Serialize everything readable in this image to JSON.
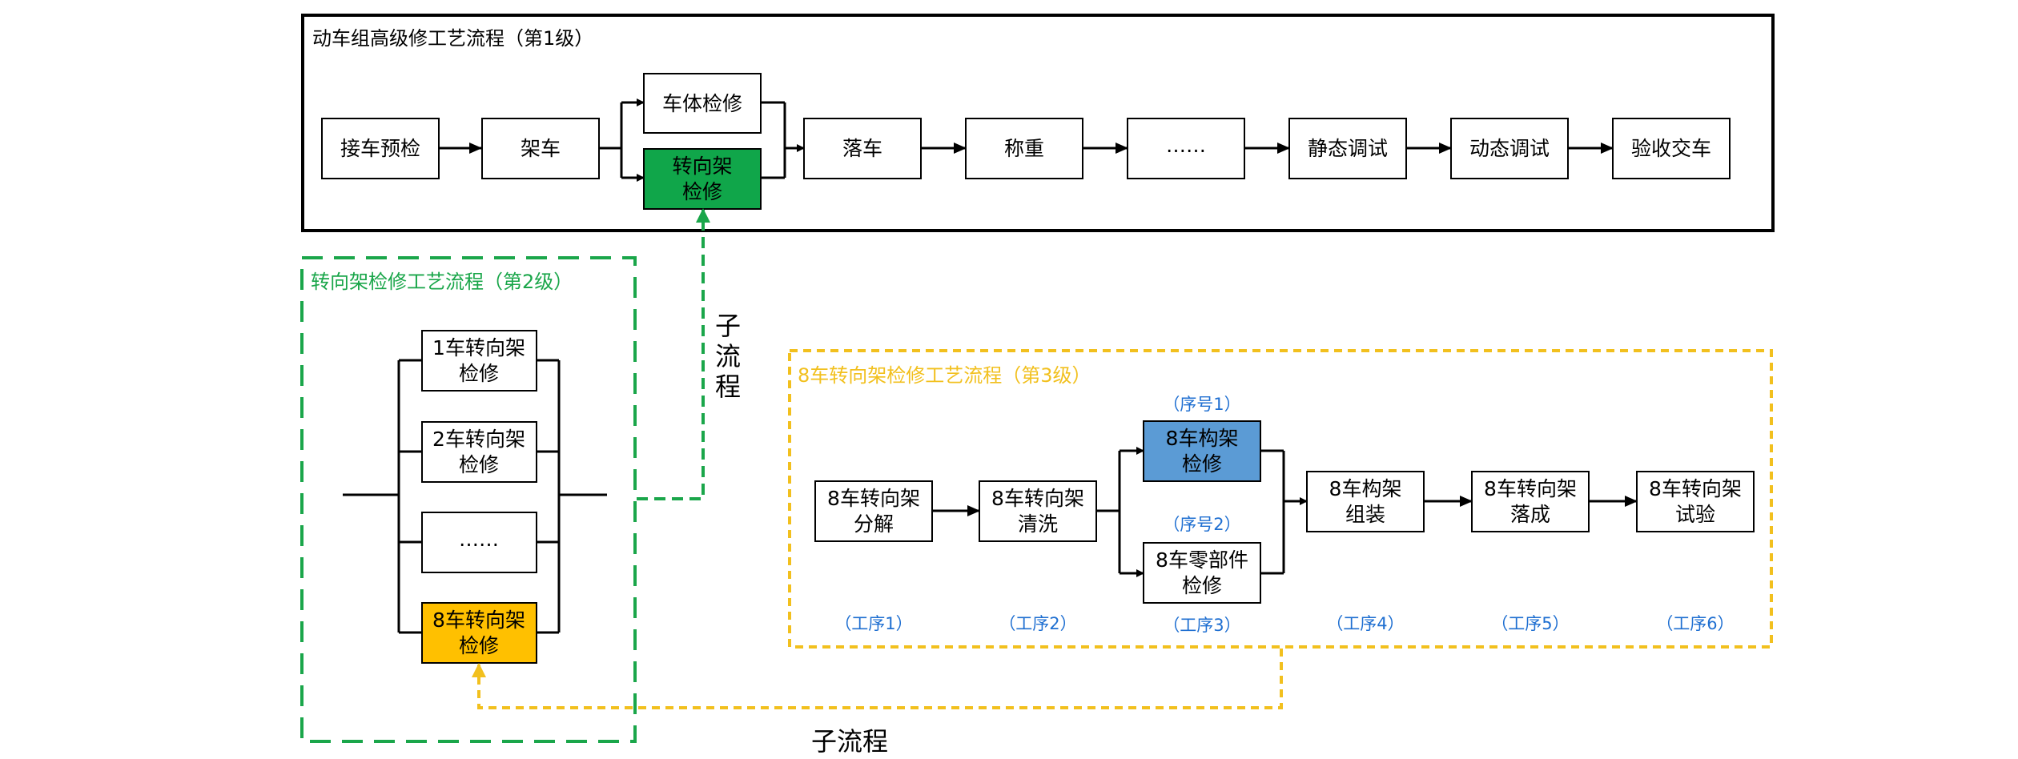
{
  "colors": {
    "green": "#1aa64a",
    "yellow": "#f2c01e",
    "node_green": "#10a64a",
    "node_blue": "#5b9bd5",
    "node_yellow": "#ffc000",
    "note_blue": "#1f6fd1"
  },
  "level1": {
    "title": "动车组高级修工艺流程（第1级）",
    "nodes": {
      "pickup": "接车预检",
      "lift": "架车",
      "body": "车体检修",
      "bogie_l1": "转向架",
      "bogie_l2": "检修",
      "drop": "落车",
      "weigh": "称重",
      "ellipsis": "……",
      "static": "静态调试",
      "dynamic": "动态调试",
      "accept": "验收交车"
    }
  },
  "level2": {
    "title": "转向架检修工艺流程（第2级）",
    "items": [
      {
        "l1": "1车转向架",
        "l2": "检修"
      },
      {
        "l1": "2车转向架",
        "l2": "检修"
      },
      {
        "l1": "……",
        "l2": ""
      },
      {
        "l1": "8车转向架",
        "l2": "检修"
      }
    ]
  },
  "level3": {
    "title": "8车转向架检修工艺流程（第3级）",
    "nodes": {
      "disassemble": {
        "l1": "8车转向架",
        "l2": "分解"
      },
      "clean": {
        "l1": "8车转向架",
        "l2": "清洗"
      },
      "frame": {
        "l1": "8车构架",
        "l2": "检修"
      },
      "parts": {
        "l1": "8车零部件",
        "l2": "检修"
      },
      "assemble": {
        "l1": "8车构架",
        "l2": "组装"
      },
      "land": {
        "l1": "8车转向架",
        "l2": "落成"
      },
      "test": {
        "l1": "8车转向架",
        "l2": "试验"
      }
    },
    "seq1": "（序号1）",
    "seq2": "（序号2）",
    "steps": [
      "（工序1）",
      "（工序2）",
      "（工序3）",
      "（工序4）",
      "（工序5）",
      "（工序6）"
    ]
  },
  "labels": {
    "subflow_vertical": [
      "子",
      "流",
      "程"
    ],
    "subflow_bottom": "子流程"
  }
}
